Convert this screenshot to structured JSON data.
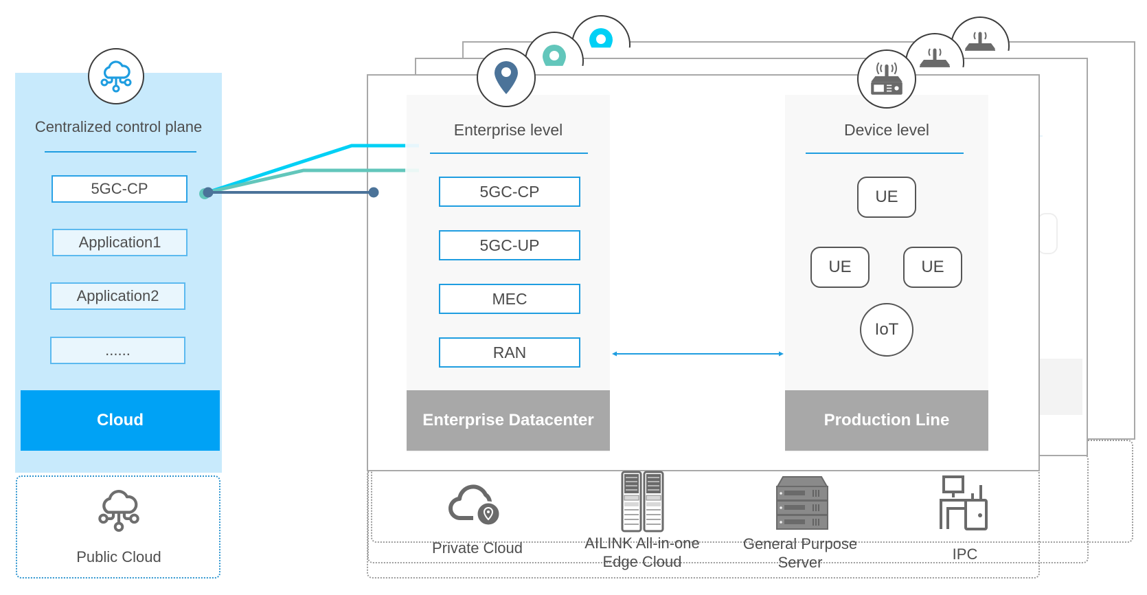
{
  "left_panel": {
    "title": "Centralized control plane",
    "icon": "cloud-network-icon",
    "items": [
      "5GC-CP",
      "Application1",
      "Application2",
      "......"
    ],
    "footer": "Cloud",
    "deployment": {
      "label": "Public Cloud",
      "icon": "cloud-network-icon"
    }
  },
  "sites": {
    "count": 3,
    "pin_colors": [
      "#4b7399",
      "#62c6bb",
      "#00d0f5"
    ],
    "link_colors": [
      "#4b7399",
      "#62c6bb",
      "#00d0f5"
    ]
  },
  "enterprise": {
    "title": "Enterprise level",
    "icon": "location-pin-icon",
    "items": [
      "5GC-CP",
      "5GC-UP",
      "MEC",
      "RAN"
    ],
    "footer": "Enterprise Datacenter"
  },
  "device": {
    "title": "Device level",
    "icon": "wireless-router-icon",
    "nodes": [
      "UE",
      "UE",
      "UE",
      "IoT"
    ],
    "footer": "Production Line"
  },
  "infrastructure": [
    {
      "label": "Private Cloud",
      "icon": "private-cloud-icon"
    },
    {
      "label": "AILINK All-in-one Edge Cloud",
      "line1": "AILINK All-in-one",
      "line2": "Edge Cloud",
      "icon": "server-rack-icon"
    },
    {
      "label": "General Purpose Server",
      "line1": "General Purpose",
      "line2": "Server",
      "icon": "server-stack-icon"
    },
    {
      "label": "IPC",
      "icon": "industrial-pc-icon"
    }
  ],
  "colors": {
    "accent": "#1e9de0",
    "cloud_blue": "#00a2f5",
    "panel_bg": "#c8eafc",
    "footer_gray": "#a8a8a8"
  }
}
